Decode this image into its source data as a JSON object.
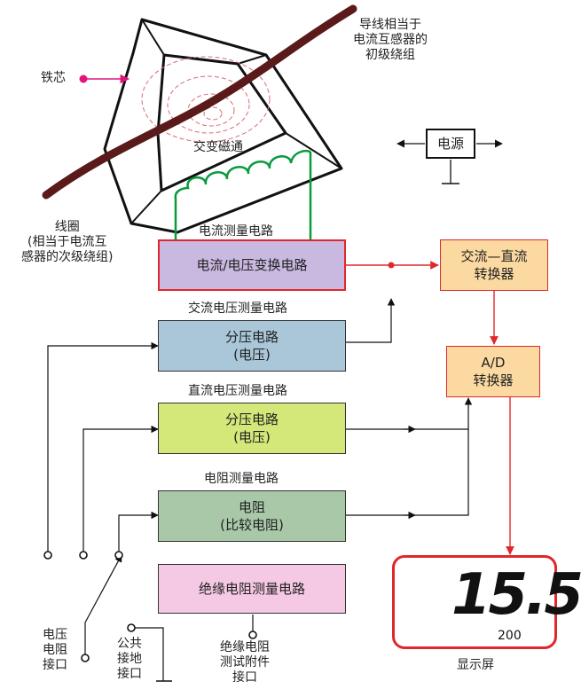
{
  "labels": {
    "iron_core": "铁芯",
    "wire_note": "导线相当于\n电流互感器的\n初级绕组",
    "ac_flux": "交变磁通",
    "coil_note": "线圈\n(相当于电流互\n感器的次级绕组)",
    "current_circuit_title": "电流测量电路",
    "ac_voltage_title": "交流电压测量电路",
    "dc_voltage_title": "直流电压测量电路",
    "resistance_title": "电阻测量电路",
    "power": "电源",
    "display_caption": "显示屏",
    "voltage_port": "电压\n电阻\n接口",
    "common_port": "公共\n接地\n接口",
    "insulation_port": "绝缘电阻\n测试附件\n接口"
  },
  "blocks": {
    "iv_converter": "电流/电压变换电路",
    "ac_divider": "分压电路\n(电压)",
    "dc_divider": "分压电路\n(电压)",
    "resistor": "电阻\n(比较电阻)",
    "insulation": "绝缘电阻测量电路",
    "ac_dc": "交流—直流\n转换器",
    "ad": "A/D\n转换器"
  },
  "display": {
    "reading": "15.5",
    "range": "200"
  },
  "colors": {
    "purple_box": "#c9b8e0",
    "blue_box": "#a9c7d8",
    "lime_box": "#d4e87a",
    "green_box": "#a8c8a8",
    "pink_box": "#f5c8e4",
    "orange_box": "#fbd9a0",
    "red_line": "#e0282c",
    "coil": "#0a9a3c",
    "wire": "#5a1a1a",
    "marker": "#e0147a"
  }
}
